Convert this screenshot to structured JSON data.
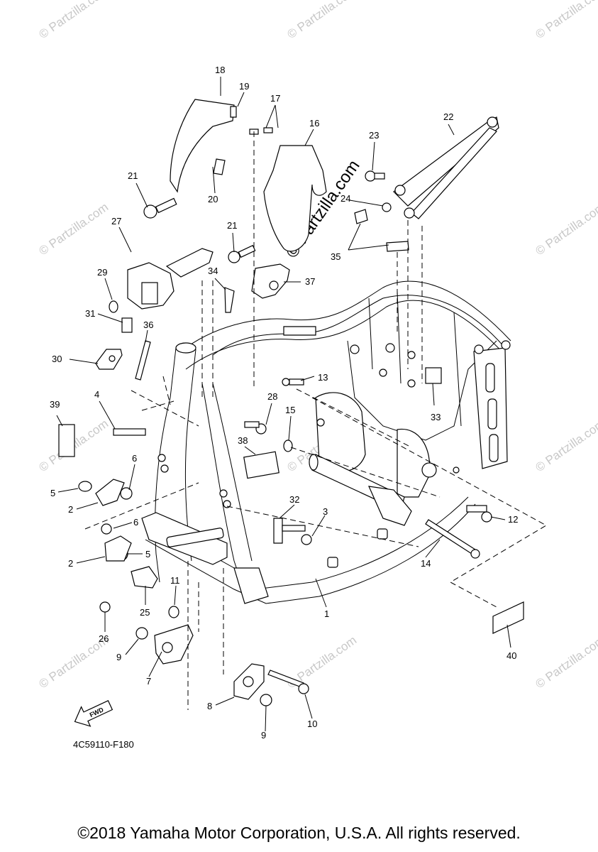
{
  "diagram": {
    "code": "4C59110-F180",
    "fwd_label": "FWD",
    "watermark": "© Partzilla.com",
    "callouts": [
      "1",
      "2",
      "2",
      "3",
      "4",
      "5",
      "5",
      "6",
      "6",
      "7",
      "8",
      "9",
      "9",
      "10",
      "11",
      "12",
      "13",
      "14",
      "15",
      "16",
      "17",
      "18",
      "19",
      "20",
      "21",
      "21",
      "22",
      "23",
      "24",
      "25",
      "26",
      "27",
      "28",
      "29",
      "30",
      "31",
      "32",
      "33",
      "34",
      "35",
      "36",
      "37",
      "38",
      "39",
      "40"
    ]
  },
  "footer": {
    "copyright": "©2018 Yamaha Motor Corporation, U.S.A. All rights reserved."
  }
}
